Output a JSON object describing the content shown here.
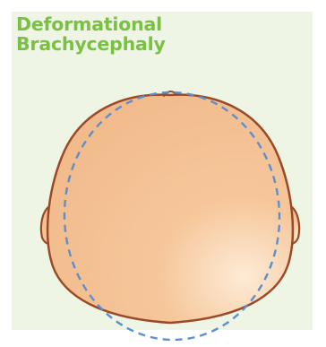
{
  "title": {
    "line1": "Deformational",
    "line2": "Brachycephaly"
  },
  "colors": {
    "title": "#7ac143",
    "panel_background": "#eef5e4",
    "skin_fill": "#f6c79b",
    "skin_highlight": "#fdebd6",
    "head_outline": "#9b4a28",
    "normal_head_outline": "#5b8fd0"
  },
  "figure": {
    "subject": "top view of infant head",
    "legend_shapes": [
      "flattened-head-shape",
      "normal-head-outline-dashed"
    ]
  }
}
